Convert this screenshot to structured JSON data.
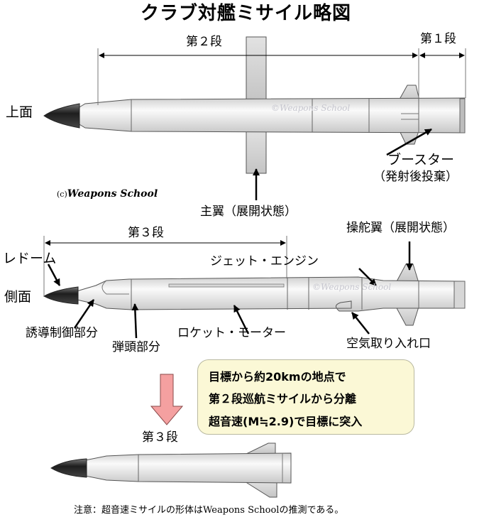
{
  "title": "クラブ対艦ミサイル略図",
  "top_view": {
    "side_label": "上面",
    "stage2_label": "第２段",
    "stage1_label": "第１段",
    "watermark": "©Weapons School",
    "booster_label_1": "ブースター",
    "booster_label_2": "（発射後投棄）",
    "copyright": "(c)",
    "copyright_name": "Weapons School",
    "main_wing_label": "主翼（展開状態）"
  },
  "side_view": {
    "side_label": "側面",
    "stage3_label": "第３段",
    "radome_label": "レドーム",
    "jet_engine_label": "ジェット・エンジン",
    "rudder_label": "操舵翼（展開状態）",
    "watermark": "©Weapons School",
    "guidance_label": "誘導制御部分",
    "warhead_label": "弾頭部分",
    "rocket_motor_label": "ロケット・モーター",
    "air_intake_label": "空気取り入れ口"
  },
  "note": {
    "line1": "目標から約20kmの地点で",
    "line2": "第２段巡航ミサイルから分離",
    "line3": "超音速(M≒2.9)で目標に突入"
  },
  "bottom_view": {
    "stage3_label": "第３段"
  },
  "footnote": "注意：超音速ミサイルの形体はWeapons Schoolの推測である。",
  "colors": {
    "body": "#ececec",
    "nose": "#3a3a3a",
    "arrow_fill": "#f4a0a0",
    "note_fill": "#fbf8d6"
  }
}
